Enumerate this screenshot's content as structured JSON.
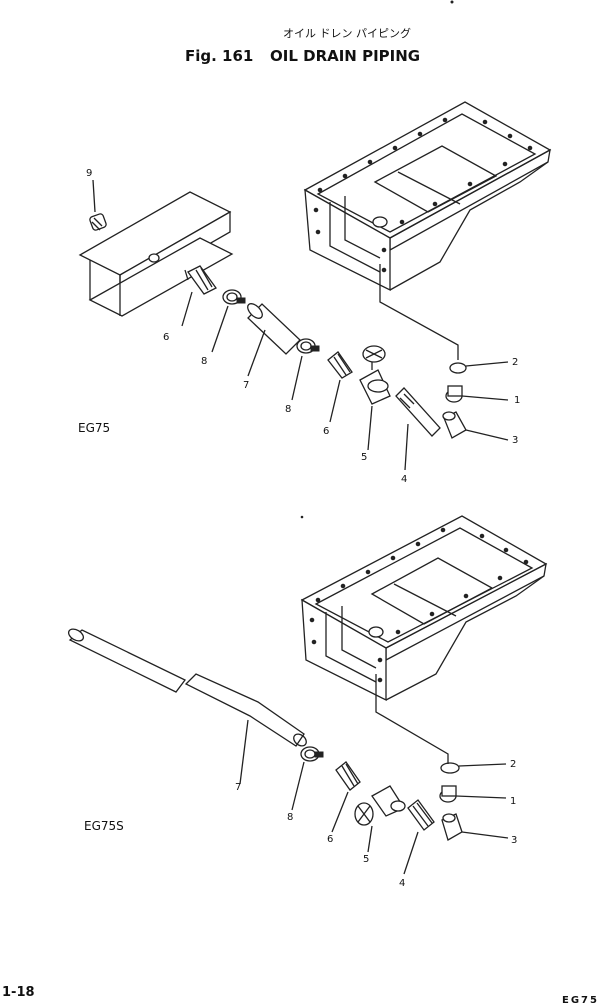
{
  "header": {
    "subtitle_jp": "オイル ドレン パイピング",
    "fig_label": "Fig. 161",
    "title": "OIL DRAIN PIPING"
  },
  "sections": [
    {
      "model": "EG75",
      "callouts": [
        "9",
        "6",
        "8",
        "7",
        "8",
        "6",
        "5",
        "4",
        "3",
        "1",
        "2"
      ]
    },
    {
      "model": "EG75S",
      "callouts": [
        "7",
        "8",
        "6",
        "5",
        "4",
        "3",
        "1",
        "2"
      ]
    }
  ],
  "footer": {
    "page_number": "1-18",
    "code": "EG75"
  }
}
